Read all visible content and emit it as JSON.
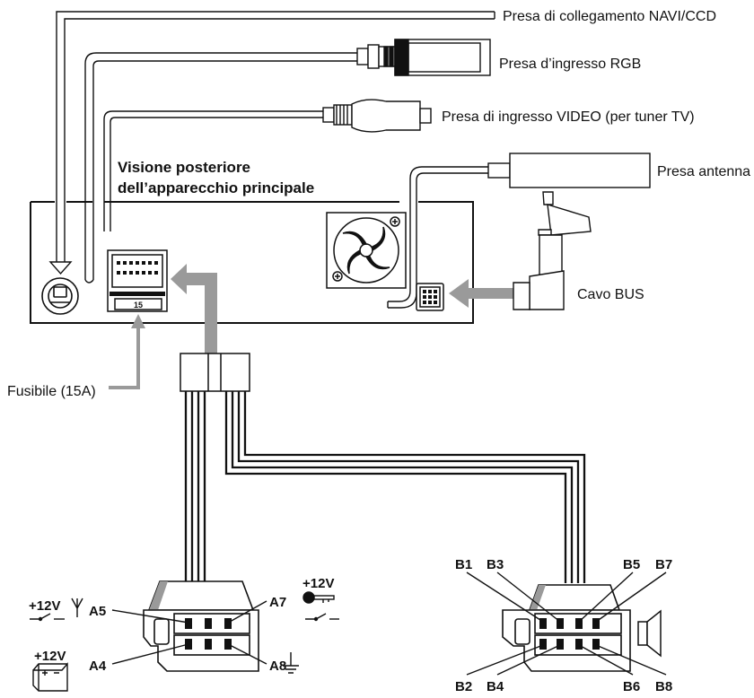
{
  "connectors": {
    "navi_ccd": "Presa di collegamento NAVI/CCD",
    "rgb": "Presa d’ingresso RGB",
    "video": "Presa di ingresso VIDEO (per tuner TV)",
    "antenna": "Presa antenna",
    "bus": "Cavo BUS"
  },
  "unit": {
    "line1": "Visione posteriore",
    "line2": "dell’apparecchio principale"
  },
  "fuse": {
    "label": "Fusibile (15A)",
    "value": "15"
  },
  "plug_a": {
    "pins": [
      "A4",
      "A5",
      "A7",
      "A8"
    ],
    "voltage_left": "+12V",
    "voltage_ignition": "+12V",
    "voltage_battery": "+12V"
  },
  "plug_b": {
    "pins_top": [
      "B1",
      "B3",
      "B5",
      "B7"
    ],
    "pins_bottom": [
      "B2",
      "B4",
      "B6",
      "B8"
    ]
  }
}
